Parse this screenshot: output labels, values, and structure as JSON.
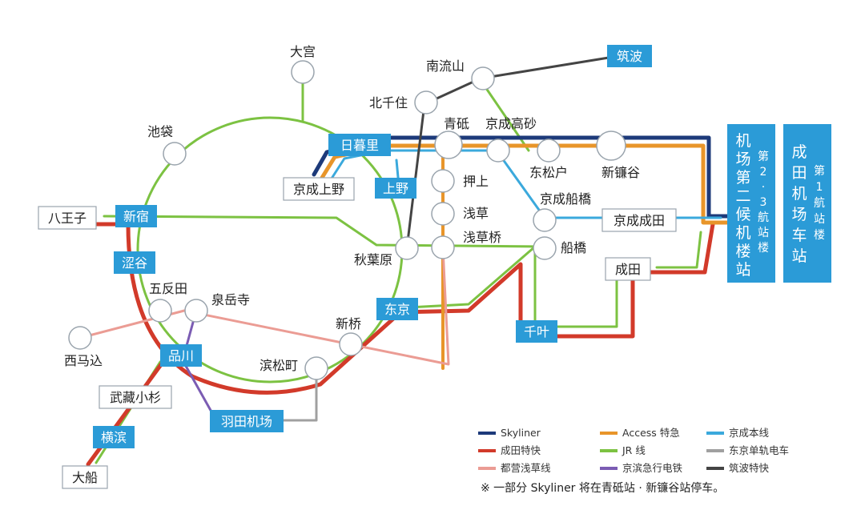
{
  "stations": {
    "omiya": "大宫",
    "minami_nagareyama": "南流山",
    "kita_senju": "北千住",
    "aoto": "青砥",
    "keisei_takasago": "京成高砂",
    "ikebukuro": "池袋",
    "nippori": "日暮里",
    "higashi_matsudo": "东松户",
    "shin_kamagaya": "新镰谷",
    "keisei_ueno": "京成上野",
    "ueno": "上野",
    "oshiage": "押上",
    "keisei_funabashi": "京成船橋",
    "hachioji": "八王子",
    "shinjuku": "新宿",
    "asakusa": "浅草",
    "keisei_narita": "京成成田",
    "asakusabashi": "浅草桥",
    "funabashi": "船橋",
    "shibuya": "涩谷",
    "akihabara": "秋葉原",
    "narita": "成田",
    "gotanda": "五反田",
    "sengakuji": "泉岳寺",
    "tokyo": "东京",
    "shimbashi": "新桥",
    "chiba": "千叶",
    "nishi_magome": "西马込",
    "shinagawa": "品川",
    "hamamatsucho": "滨松町",
    "musashi_kosugi": "武藏小杉",
    "haneda": "羽田机场",
    "yokohama": "横滨",
    "ofuna": "大船",
    "tsukuba": "筑波"
  },
  "terminals": {
    "t23": {
      "main": [
        "机",
        "场",
        "第",
        "二",
        "候",
        "机",
        "楼",
        "站"
      ],
      "sub": [
        "第",
        "2",
        "·",
        "3",
        "航",
        "站",
        "楼"
      ]
    },
    "t1": {
      "main": [
        "成",
        "田",
        "机",
        "场",
        "车",
        "站"
      ],
      "sub": [
        "第",
        "1",
        "航",
        "站",
        "楼"
      ]
    }
  },
  "legend": {
    "items": [
      {
        "label": "Skyliner",
        "color": "#1d3a7a"
      },
      {
        "label": "Access 特急",
        "color": "#e8952a"
      },
      {
        "label": "京成本线",
        "color": "#3ba9dc"
      },
      {
        "label": "成田特快",
        "color": "#d23a2a"
      },
      {
        "label": "JR 线",
        "color": "#7cc242"
      },
      {
        "label": "东京单轨电车",
        "color": "#a0a0a0"
      },
      {
        "label": "都营浅草线",
        "color": "#eb9c94"
      },
      {
        "label": "京滨急行电铁",
        "color": "#7b5cb3"
      },
      {
        "label": "筑波特快",
        "color": "#444444"
      }
    ],
    "note": "※ 一部分 Skyliner 将在青砥站 · 新镰谷站停车。"
  },
  "colors": {
    "box_blue": "#2b9bd7",
    "skyliner": "#1d3a7a",
    "access": "#e8952a",
    "keisei": "#3ba9dc",
    "nex": "#d23a2a",
    "jr": "#7cc242",
    "monorail": "#a0a0a0",
    "asakusa_line": "#eb9c94",
    "keikyu": "#7b5cb3",
    "tsukuba_exp": "#444444"
  }
}
